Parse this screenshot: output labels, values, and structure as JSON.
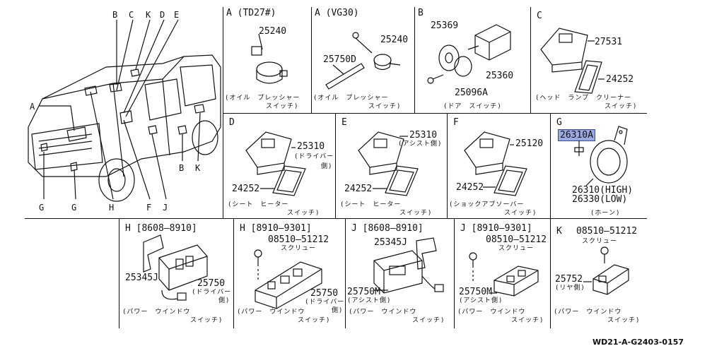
{
  "vehicle": {
    "callouts_top": [
      "B",
      "C",
      "K",
      "D",
      "E"
    ],
    "callouts_left": [
      "A"
    ],
    "callouts_bottom": [
      "G",
      "G",
      "H",
      "F",
      "J",
      "B",
      "K"
    ]
  },
  "panels": {
    "a_td27": {
      "title": "A (TD27#)",
      "part": "25240",
      "caption": [
        "(オイル　プレッシャー",
        "スイッチ)"
      ]
    },
    "a_vg30": {
      "title": "A (VG30)",
      "parts": [
        "25240",
        "25750D"
      ],
      "caption": [
        "(オイル　プレッシャー",
        "スイッチ)"
      ]
    },
    "b": {
      "title": "B",
      "parts": [
        "25369",
        "25360",
        "25096A"
      ],
      "caption": [
        "(ドア　スイッチ)"
      ]
    },
    "c": {
      "title": "C",
      "parts": [
        "27531",
        "24252"
      ],
      "caption": [
        "(ヘッド　ランプ　クリーナー",
        "スイッチ)"
      ]
    },
    "d": {
      "title": "D",
      "parts": [
        "25310",
        "(ドライバー",
        "側)",
        "24252"
      ],
      "caption": [
        "(シート　ヒーター",
        "スイッチ)"
      ]
    },
    "e": {
      "title": "E",
      "parts": [
        "25310",
        "(アシスト側)",
        "24252"
      ],
      "caption": [
        "(シート　ヒーター",
        "スイッチ)"
      ]
    },
    "f": {
      "title": "F",
      "parts": [
        "25120",
        "24252"
      ],
      "caption": [
        "(ショックアブソーバー",
        "スイッチ)"
      ]
    },
    "g": {
      "title": "G",
      "highlight": "26310A",
      "parts": [
        "26310(HIGH)",
        "26330(LOW)"
      ],
      "caption": [
        "(ホーン)"
      ]
    },
    "h1": {
      "title": "H [8608–8910]",
      "parts": [
        "25345J",
        "25750",
        "(ドライバー",
        "側)"
      ],
      "caption": [
        "(パワー　ウインドウ",
        "スイッチ)"
      ]
    },
    "h2": {
      "title": "H [8910–9301]",
      "parts": [
        "08510–51212",
        "スクリュー",
        "25750",
        "(ドライバー",
        "側)"
      ],
      "caption": [
        "(パワー　ウインドウ",
        "スイッチ)"
      ]
    },
    "j1": {
      "title": "J [8608–8910]",
      "parts": [
        "25345J",
        "25750M",
        "(アシスト側)"
      ],
      "caption": [
        "(パワー　ウインドウ",
        "スイッチ)"
      ]
    },
    "j2": {
      "title": "J [8910–9301]",
      "parts": [
        "08510–51212",
        "スクリュー",
        "25750M",
        "(アシスト側)"
      ],
      "caption": [
        "(パワー　ウインドウ",
        "スイッチ)"
      ]
    },
    "k": {
      "title": "K",
      "parts": [
        "08510–51212",
        "スクリュー",
        "25752",
        "(リヤ側)"
      ],
      "caption": [
        "(パワー　ウインドウ",
        "スイッチ)"
      ]
    }
  },
  "reference": "WD21-A-G2403-0157"
}
